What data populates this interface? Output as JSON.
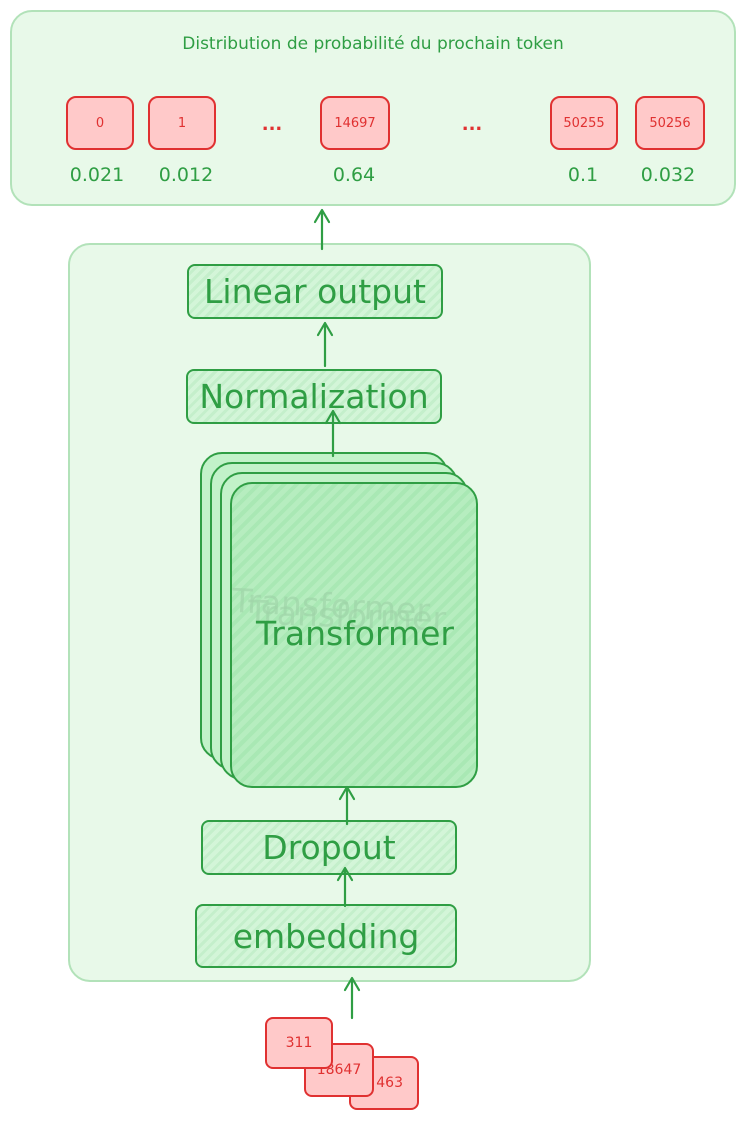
{
  "output": {
    "title": "Distribution de probabilité du prochain token",
    "tokens": [
      "0",
      "1",
      "14697",
      "50255",
      "50256"
    ],
    "probs": [
      "0.021",
      "0.012",
      "0.64",
      "0.1",
      "0.032"
    ],
    "ellipsis": "..."
  },
  "model": {
    "linear_output": "Linear output",
    "normalization": "Normalization",
    "transformer": "Transformer",
    "dropout": "Dropout",
    "embedding": "embedding"
  },
  "input": {
    "tokens": [
      "311",
      "18647",
      "463"
    ]
  },
  "colors": {
    "green": "#2f9e44",
    "panel": "#e8f9e9",
    "red": "#e03131",
    "red_fill": "#ffc9c9"
  }
}
